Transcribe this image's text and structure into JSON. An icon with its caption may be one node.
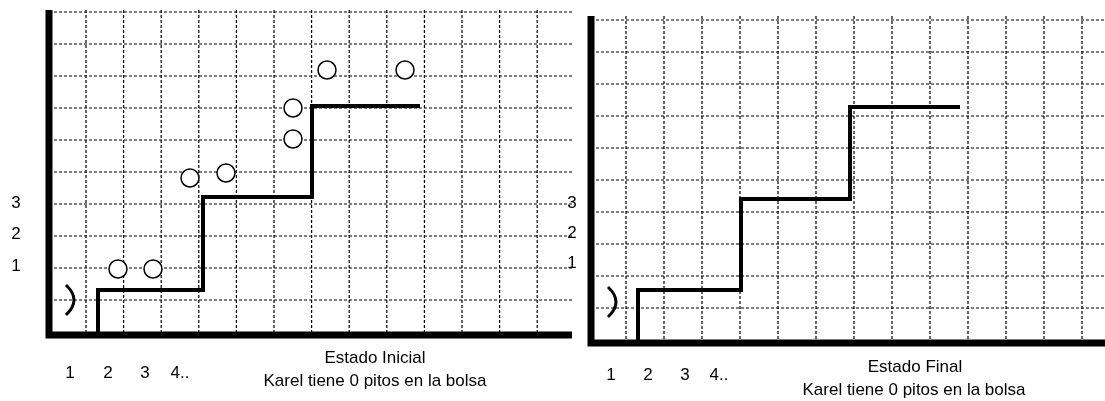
{
  "diagram": {
    "labels": [
      "3",
      "2",
      "1",
      "1",
      "2",
      "3",
      "4..",
      "Estado Inicial",
      "Karel tiene 0 pitos en la bolsa",
      "3",
      "2",
      "1",
      "1",
      "2",
      "3",
      "4..",
      "Estado Final",
      "Karel tiene 0 pitos en la bolsa"
    ]
  }
}
